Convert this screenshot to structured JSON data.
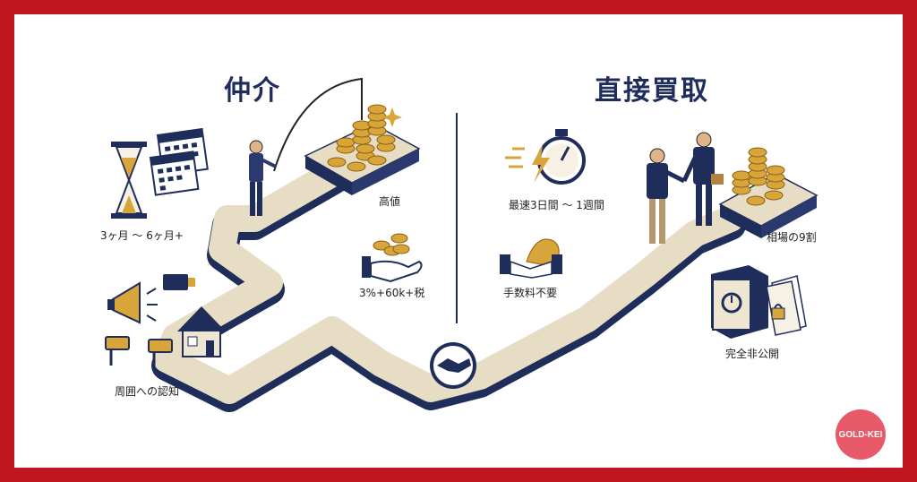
{
  "left_title": "仲介",
  "right_title": "直接買取",
  "labels": {
    "period": "3ヶ月 〜 6ヶ月+",
    "high_price": "高値",
    "fee": "3%+60k+税",
    "awareness": "周囲への認知",
    "fastest": "最速3日間 〜 1週間",
    "no_fee": "手数料不要",
    "market_ratio": "相場の9割",
    "private": "完全非公開"
  },
  "badge": "GOLD-KEI",
  "colors": {
    "frame": "#c0141f",
    "navy": "#1f2d5a",
    "path": "#e7dcc4",
    "gold": "#d8a53a"
  },
  "icons": [
    "hourglass-icon",
    "calendar-icon",
    "fishing-man-icon",
    "coin-stack-icon",
    "sparkle-icon",
    "coin-hand-icon",
    "megaphone-icon",
    "camera-icon",
    "house-icon",
    "handshake-icon",
    "stopwatch-icon",
    "businessmen-icon",
    "safe-icon",
    "document-lock-icon"
  ]
}
